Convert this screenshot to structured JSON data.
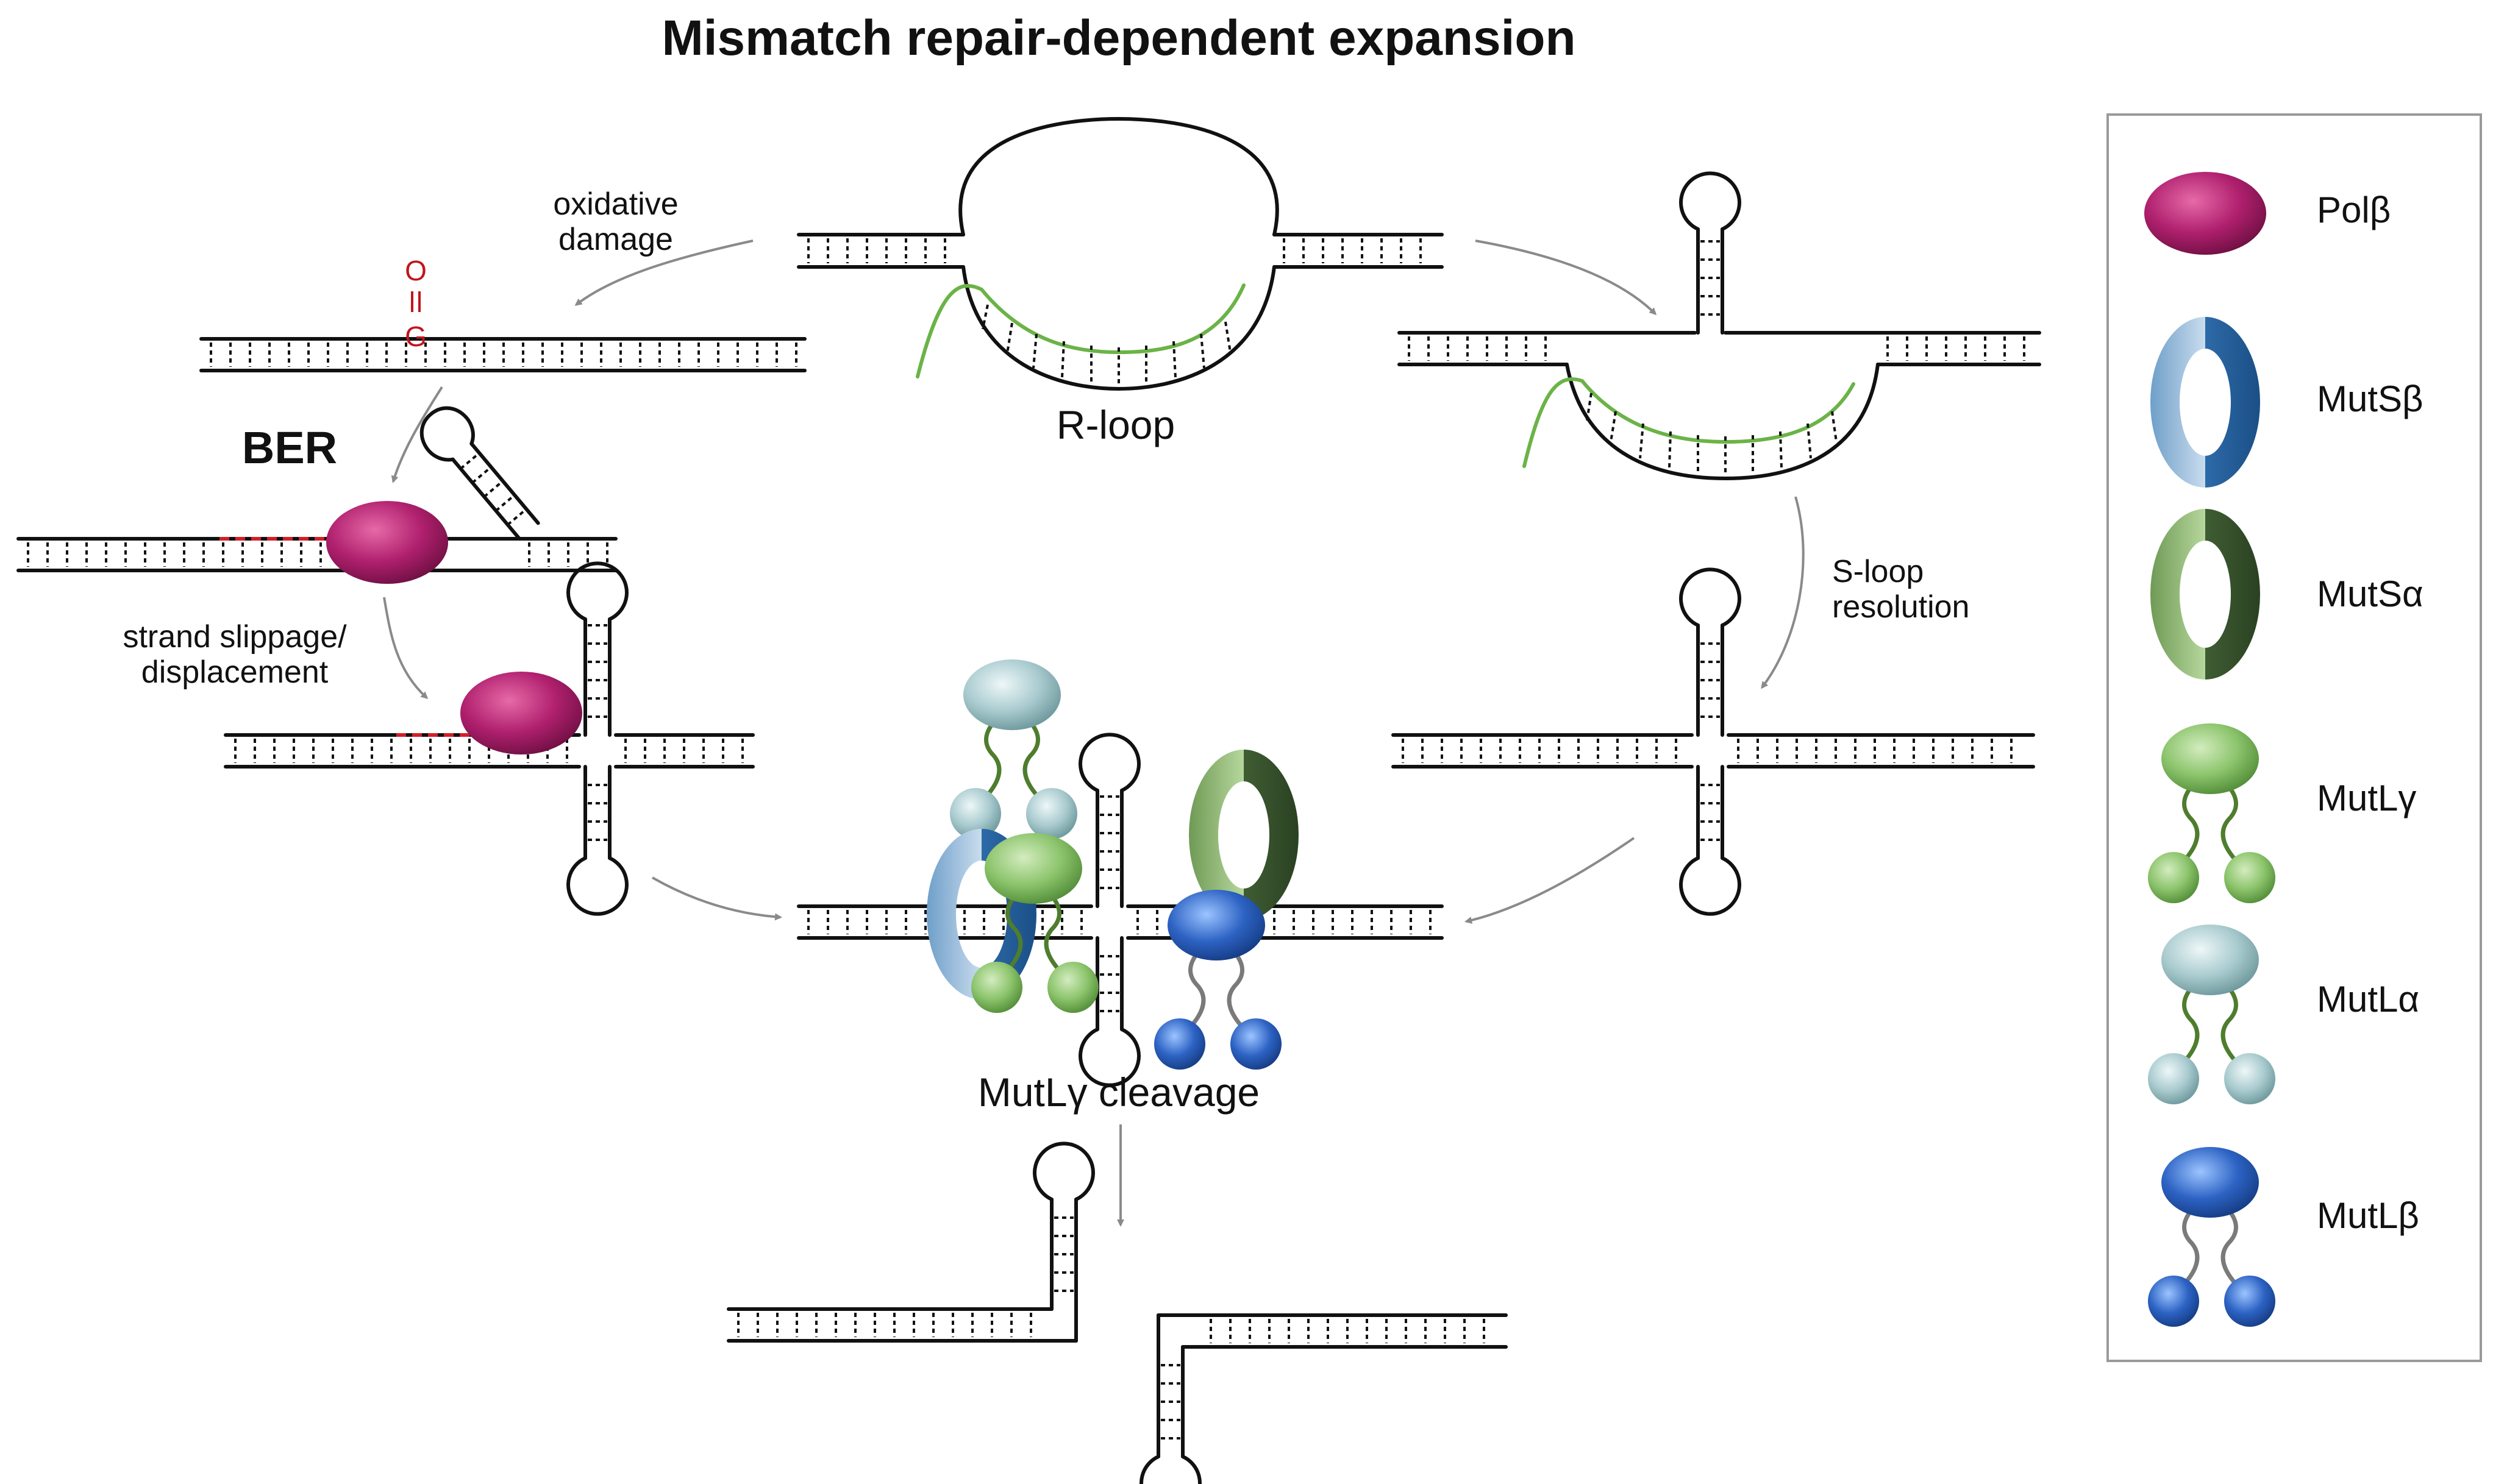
{
  "title": "Mismatch repair-dependent expansion",
  "labels": {
    "oxidative_damage": [
      "oxidative",
      "damage"
    ],
    "oxo_label": "O",
    "guanine_label": "G",
    "ber": "BER",
    "r_loop": "R-loop",
    "strand_slippage": [
      "strand slippage/",
      "displacement"
    ],
    "s_loop_resolution": [
      "S-loop",
      "resolution"
    ],
    "mutl_gamma_cleavage": "MutLγ cleavage"
  },
  "legend": [
    {
      "label": "Polβ",
      "icon": "polb-ellipse-icon",
      "color": "#b0206e"
    },
    {
      "label": "MutSβ",
      "icon": "muts-beta-ring-icon",
      "color": "#2f6aa8"
    },
    {
      "label": "MutSα",
      "icon": "muts-alpha-ring-icon",
      "color": "#4f7a3a"
    },
    {
      "label": "MutLγ",
      "icon": "mutl-gamma-icon",
      "color": "#8cc46c"
    },
    {
      "label": "MutLα",
      "icon": "mutl-alpha-icon",
      "color": "#a9cbcf"
    },
    {
      "label": "MutLβ",
      "icon": "mutl-beta-icon",
      "color": "#2d63c4"
    }
  ],
  "colors": {
    "rna": "#6bb347",
    "damage": "#d0202a",
    "arrow": "#8a8a8a"
  }
}
